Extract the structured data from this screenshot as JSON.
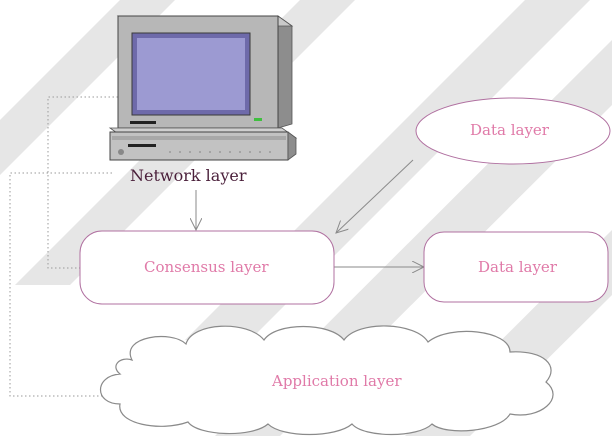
{
  "diagram": {
    "network_layer": "Network layer",
    "consensus_layer": "Consensus layer",
    "data_layer_ellipse": "Data layer",
    "data_layer_box": "Data layer",
    "application_layer": "Application layer"
  },
  "colors": {
    "label_pink": "#e07aa8",
    "label_dark": "#4a1f3a",
    "node_stroke": "#b070a0",
    "arrow": "#8a8a8a",
    "stripe": "#e6e6e6"
  },
  "icons": [
    "computer-icon"
  ]
}
